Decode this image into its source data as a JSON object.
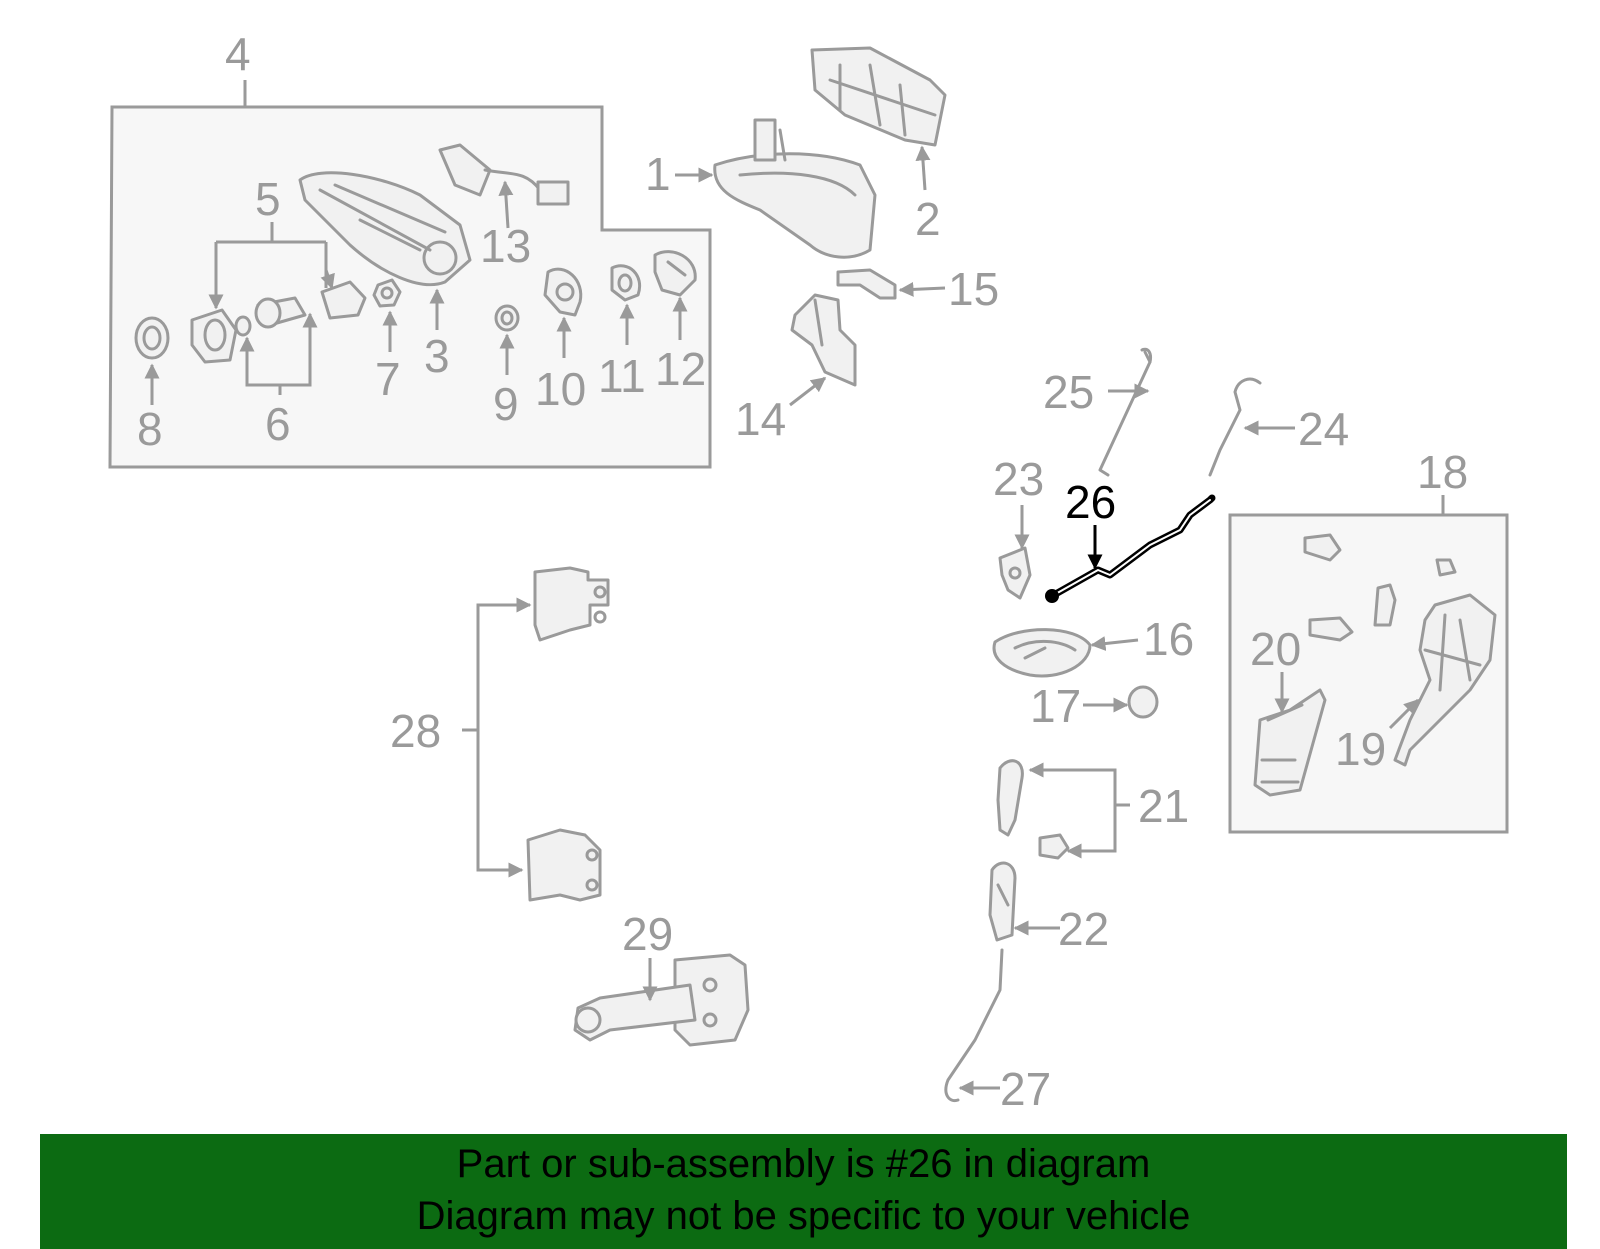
{
  "diagram": {
    "highlighted_part": "26",
    "colors": {
      "line_gray": "#9a9a9a",
      "highlight": "#000000",
      "banner_green": "#0c6b12",
      "background": "#ffffff"
    },
    "labels": {
      "p1": "1",
      "p2": "2",
      "p3": "3",
      "p4": "4",
      "p5": "5",
      "p6": "6",
      "p7": "7",
      "p8": "8",
      "p9": "9",
      "p10": "10",
      "p11": "11",
      "p12": "12",
      "p13": "13",
      "p14": "14",
      "p15": "15",
      "p16": "16",
      "p17": "17",
      "p18": "18",
      "p19": "19",
      "p20": "20",
      "p21": "21",
      "p22": "22",
      "p23": "23",
      "p24": "24",
      "p25": "25",
      "p26": "26",
      "p27": "27",
      "p28": "28",
      "p29": "29"
    }
  },
  "banner": {
    "line1": "Part or sub-assembly is #26 in diagram",
    "line2": "Diagram may not be specific to your vehicle"
  }
}
